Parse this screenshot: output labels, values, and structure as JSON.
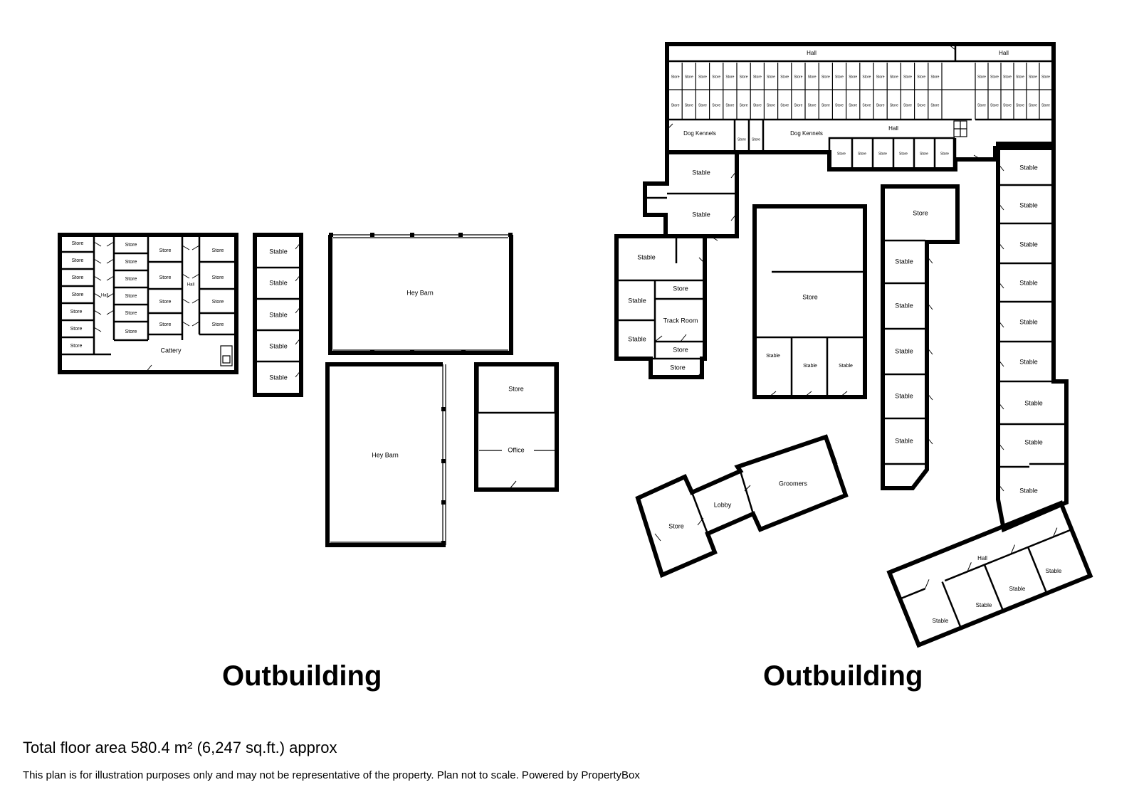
{
  "headings": {
    "left": "Outbuilding",
    "right": "Outbuilding"
  },
  "footer": {
    "area": "Total floor area 580.4 m² (6,247 sq.ft.) approx",
    "disclaimer": "This plan is for illustration purposes only and may not be representative of the property. Plan not to scale. Powered by PropertyBox"
  },
  "labels": {
    "store": "Store",
    "stable": "Stable",
    "hall": "Hall",
    "cattery": "Cattery",
    "hey_barn": "Hey Barn",
    "office": "Office",
    "dog_kennels": "Dog Kennels",
    "track_room": "Track Room",
    "lobby": "Lobby",
    "groomers": "Groomers"
  }
}
